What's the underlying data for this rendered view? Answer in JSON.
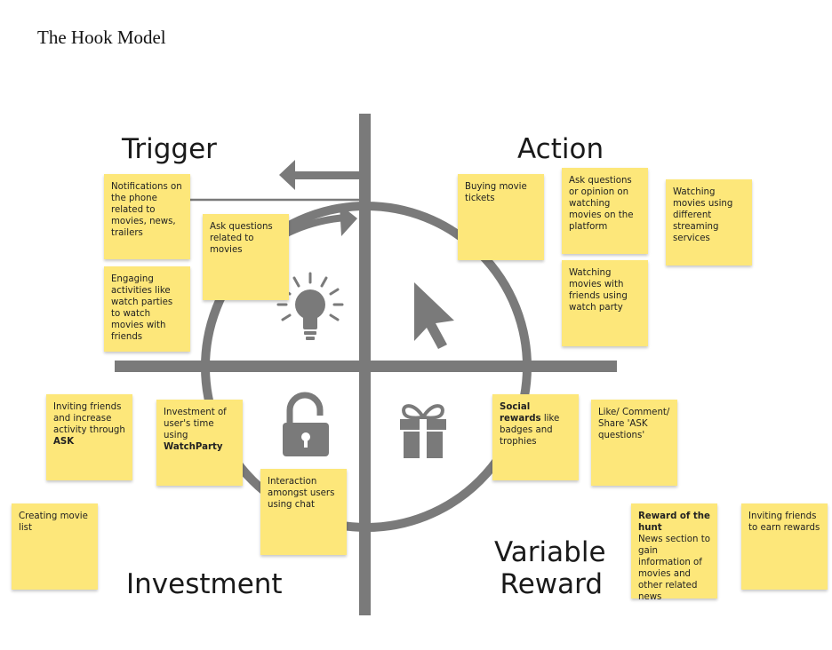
{
  "title": "The Hook Model",
  "quadrants": {
    "trigger": "Trigger",
    "action": "Action",
    "investment": "Investment",
    "variable_reward_line1": "Variable",
    "variable_reward_line2": "Reward"
  },
  "icons": {
    "trigger": "lightbulb-icon",
    "action": "cursor-arrow-icon",
    "investment": "unlocked-padlock-icon",
    "reward": "gift-icon"
  },
  "colors": {
    "sticky_note": "#fde77a",
    "diagram_gray": "#7a7a7a",
    "text": "#1a1a1a"
  },
  "notes": {
    "trigger_1": "Notifications on the phone related to movies, news, trailers",
    "trigger_2": "Engaging activities like watch parties to watch movies with friends",
    "trigger_3": "Ask questions related to movies",
    "action_1": "Buying movie tickets",
    "action_2": "Ask questions or opinion on watching movies on the platform",
    "action_3": "Watching movies using different streaming services",
    "action_4": "Watching movies with friends using watch party",
    "investment_1_text": "Inviting friends and increase activity through ",
    "investment_1_bold": "ASK",
    "investment_2_text": "Investment of user's time using ",
    "investment_2_bold": "WatchParty",
    "investment_3": "Interaction amongst users using chat",
    "investment_4": "Creating movie list",
    "reward_1_bold": "Social rewards",
    "reward_1_text": " like badges and trophies",
    "reward_2": "Like/ Comment/ Share 'ASK questions'",
    "reward_3_bold": "Reward of the hunt",
    "reward_3_text": "News section to gain information of movies and other related news",
    "reward_4": "Inviting friends to earn rewards"
  }
}
